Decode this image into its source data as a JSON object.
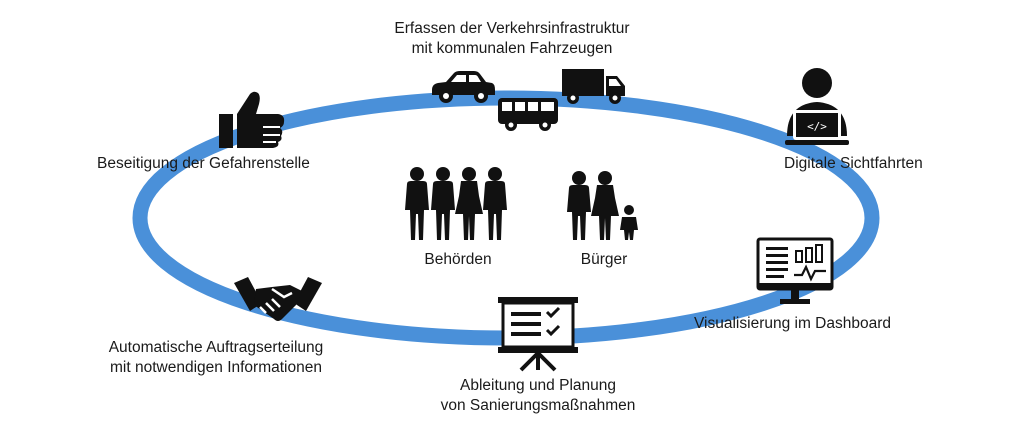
{
  "colors": {
    "ring": "#4a90d9",
    "icon": "#111111",
    "text": "#1a1a1a"
  },
  "steps": {
    "capture": {
      "line1": "Erfassen der Verkehrsinfrastruktur",
      "line2": "mit kommunalen Fahrzeugen",
      "icons": [
        "car-icon",
        "bus-icon",
        "truck-icon"
      ]
    },
    "digital": {
      "label": "Digitale Sichtfahrten",
      "icon": "user-laptop-icon"
    },
    "dashboard": {
      "label": "Visualisierung im Dashboard",
      "icon": "dashboard-monitor-icon"
    },
    "planning": {
      "line1": "Ableitung und Planung",
      "line2": "von Sanierungsmaßnahmen",
      "icon": "presentation-board-icon"
    },
    "order": {
      "line1": "Automatische Auftragserteilung",
      "line2": "mit notwendigen Informationen",
      "icon": "handshake-icon"
    },
    "fix": {
      "label": "Beseitigung der Gefahrenstelle",
      "icon": "thumbs-up-icon"
    }
  },
  "center": {
    "authorities": {
      "label": "Behörden",
      "icon": "group-people-icon"
    },
    "citizens": {
      "label": "Bürger",
      "icon": "family-icon"
    }
  }
}
